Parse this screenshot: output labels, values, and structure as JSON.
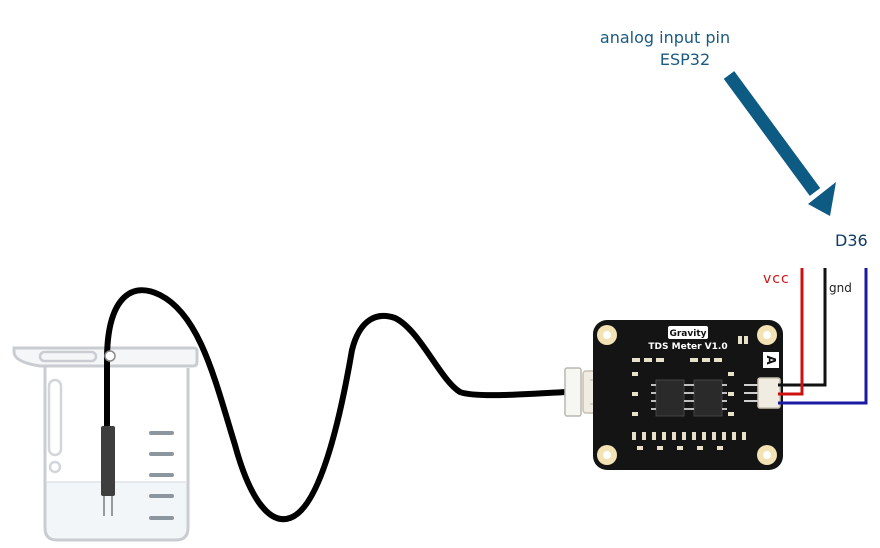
{
  "labels": {
    "analog_pin": "analog input pin",
    "esp32": "ESP32",
    "d36": "D36",
    "vcc": "vcc",
    "gnd": "gnd"
  },
  "board": {
    "brand": "Gravity",
    "model": "TDS  Meter  V1.0",
    "channel": "A"
  },
  "colors": {
    "arrow": "#0d5a82",
    "vcc_wire": "#cc1111",
    "gnd_wire": "#111111",
    "signal_wire": "#1a1aa0",
    "board": "#141414",
    "probe_cable": "#000000",
    "label_text": "#1b5a80"
  }
}
